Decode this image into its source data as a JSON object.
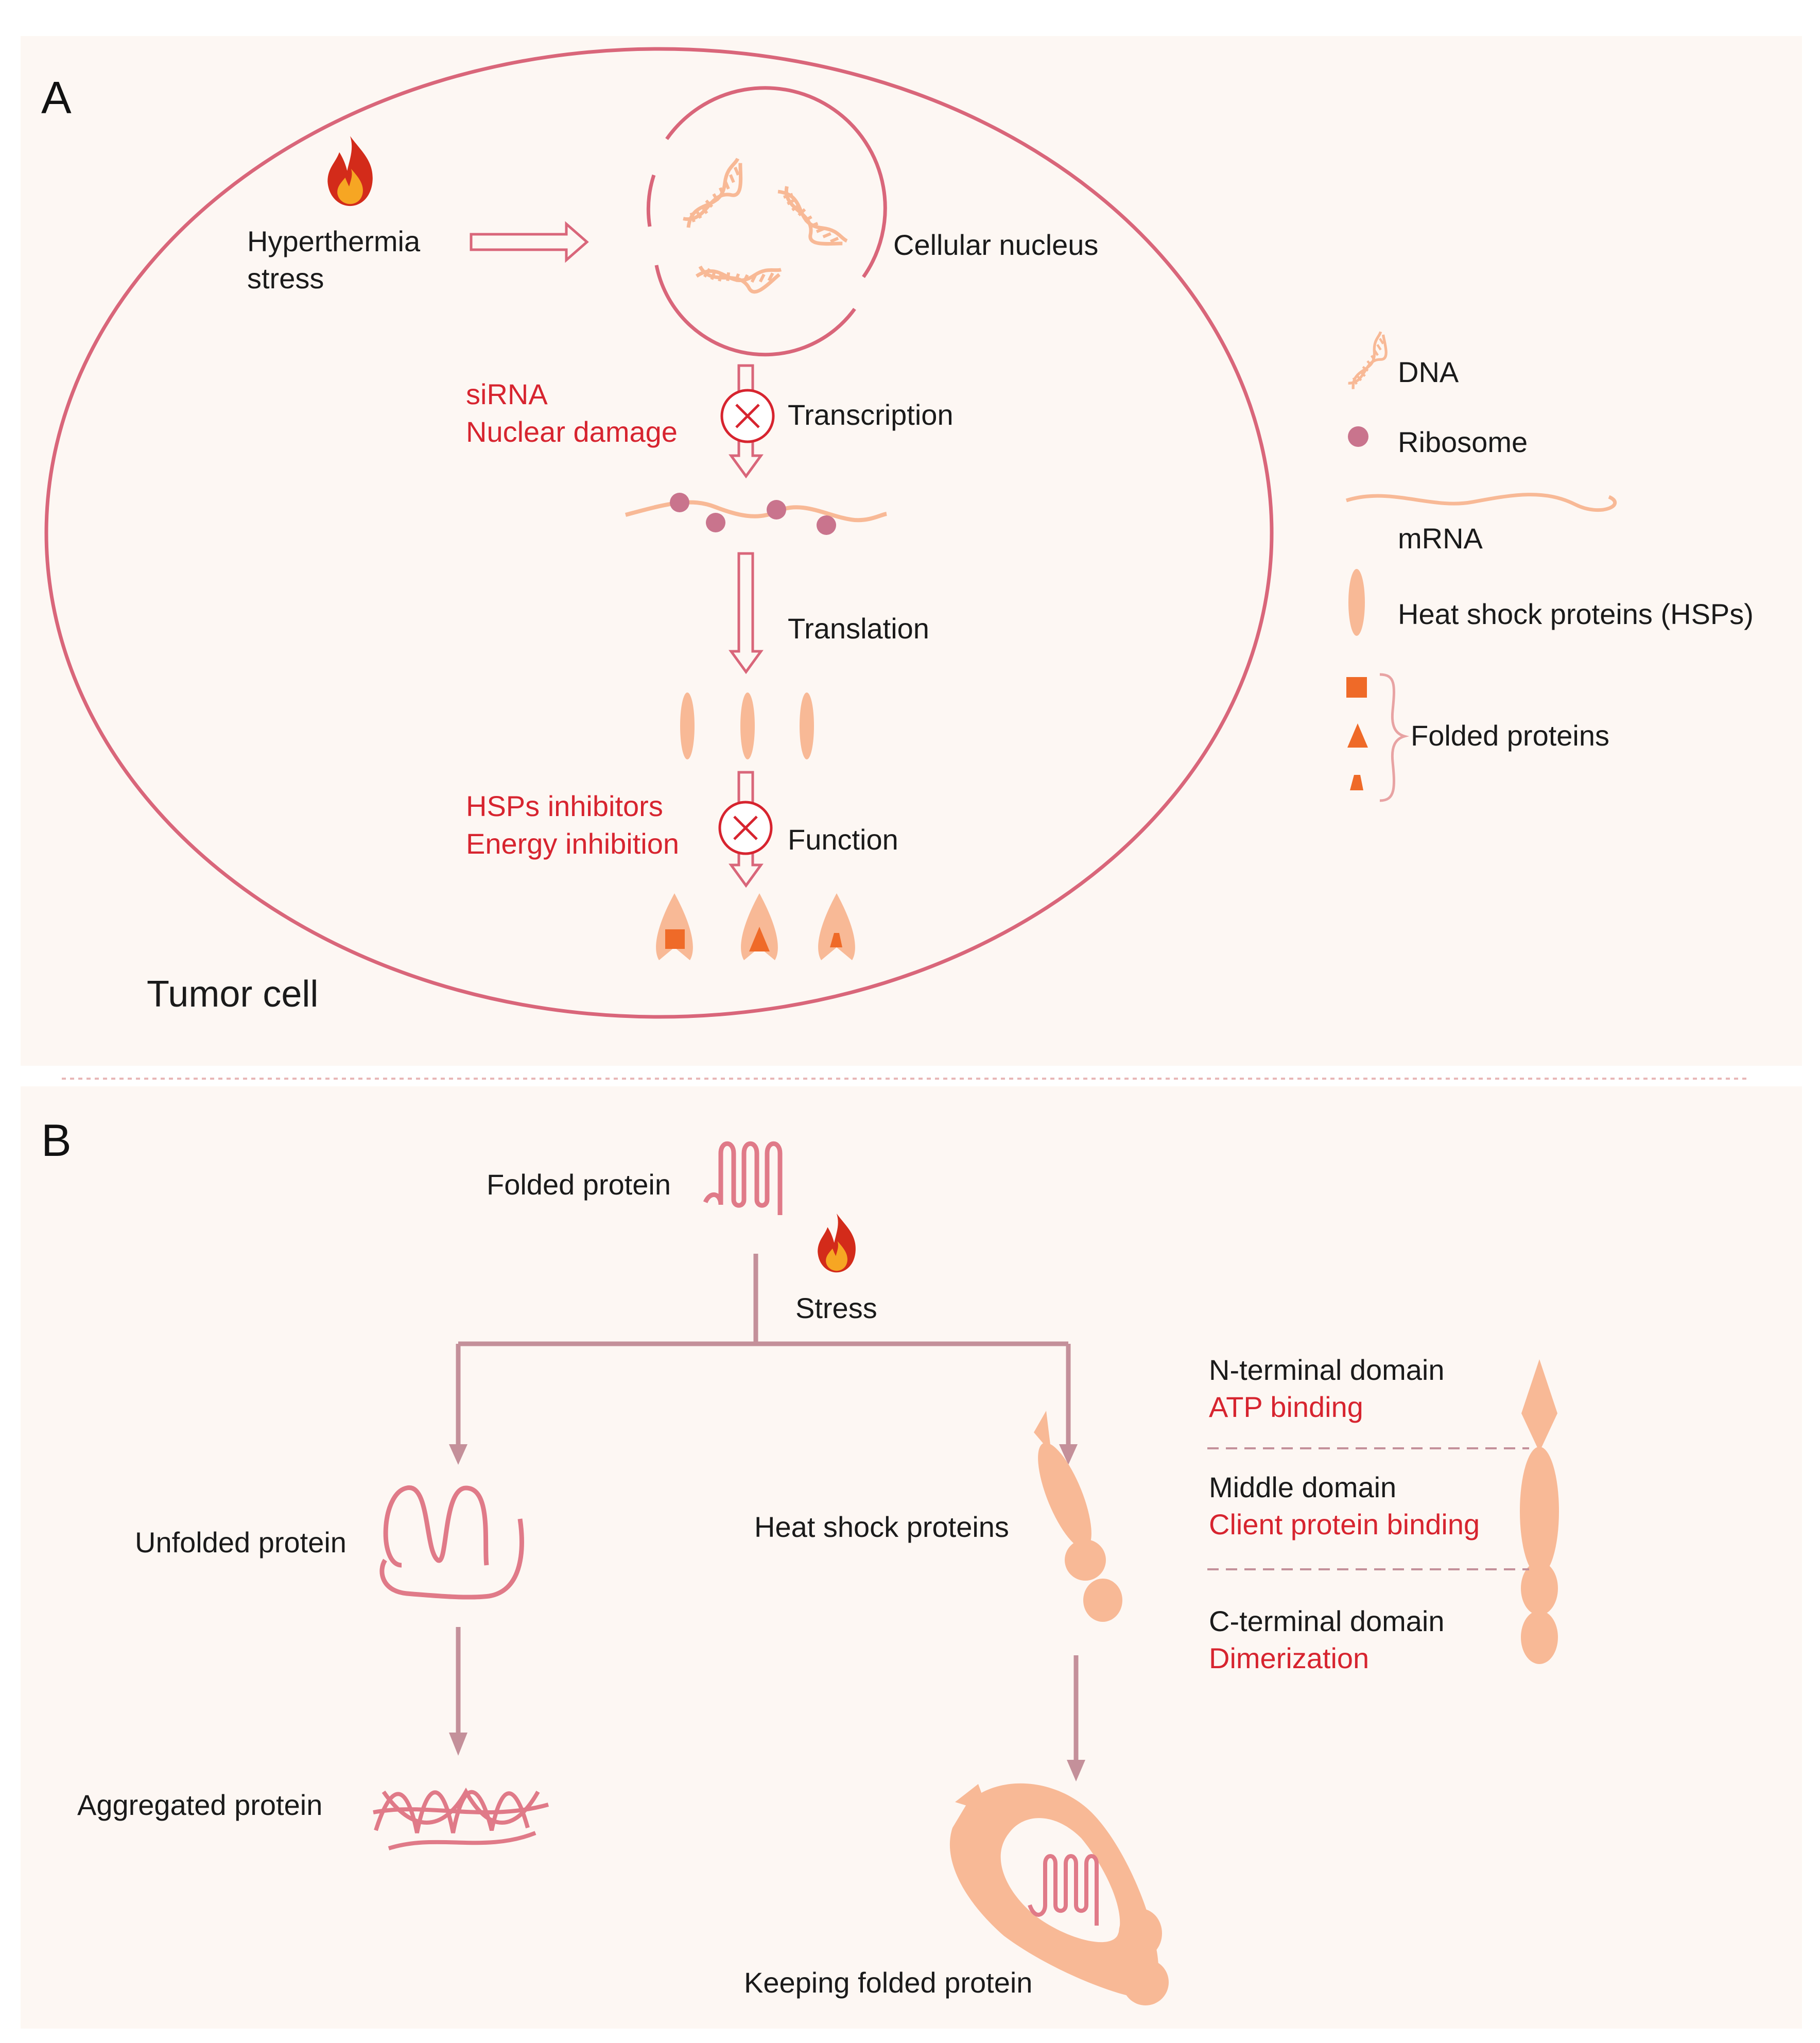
{
  "colors": {
    "background": "#fdf7f3",
    "cell_outline": "#d9667a",
    "peach": "#f8b996",
    "pink_strand": "#e07a88",
    "ribosome": "#c9748d",
    "inhibitor_red": "#d7242f",
    "folded_orange": "#ef6a28",
    "arrow_mauve": "#c4909a"
  },
  "panel_a": {
    "label": "A",
    "stimulus_line1": "Hyperthermia",
    "stimulus_line2": "stress",
    "nucleus_label": "Cellular nucleus",
    "inhibitor1_line1": "siRNA",
    "inhibitor1_line2": "Nuclear damage",
    "step_transcription": "Transcription",
    "step_translation": "Translation",
    "inhibitor2_line1": "HSPs inhibitors",
    "inhibitor2_line2": "Energy inhibition",
    "step_function": "Function",
    "cell_label": "Tumor cell"
  },
  "legend": {
    "dna": "DNA",
    "ribosome": "Ribosome",
    "mrna": "mRNA",
    "hsps": "Heat shock proteins (HSPs)",
    "folded": "Folded proteins"
  },
  "panel_b": {
    "label": "B",
    "folded_protein": "Folded protein",
    "stress": "Stress",
    "unfolded_protein": "Unfolded protein",
    "aggregated_protein": "Aggregated protein",
    "heat_shock_proteins": "Heat shock proteins",
    "keeping_folded": "Keeping folded protein",
    "domains": [
      {
        "name": "N-terminal domain",
        "function": "ATP binding"
      },
      {
        "name": "Middle domain",
        "function": "Client protein binding"
      },
      {
        "name": "C-terminal domain",
        "function": "Dimerization"
      }
    ]
  },
  "icons": [
    "fire-icon",
    "dna-icon",
    "ribosome-icon",
    "inhibition-x-icon",
    "hsp-icon"
  ]
}
